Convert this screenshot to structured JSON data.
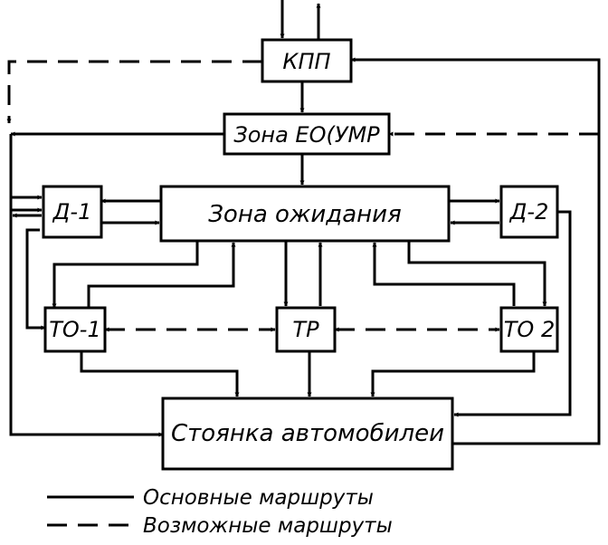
{
  "nodes": {
    "kpp": "КПП",
    "eo": "Зона ЕО(УМР",
    "wait": "Зона ожидания",
    "d1": "Д-1",
    "d2": "Д-2",
    "to1": "ТО-1",
    "tr": "ТР",
    "to2": "ТО 2",
    "parking": "Стоянка автомобилеи"
  },
  "legend": {
    "solid": "Основные маршруты",
    "dashed": "Возможные маршруты"
  }
}
